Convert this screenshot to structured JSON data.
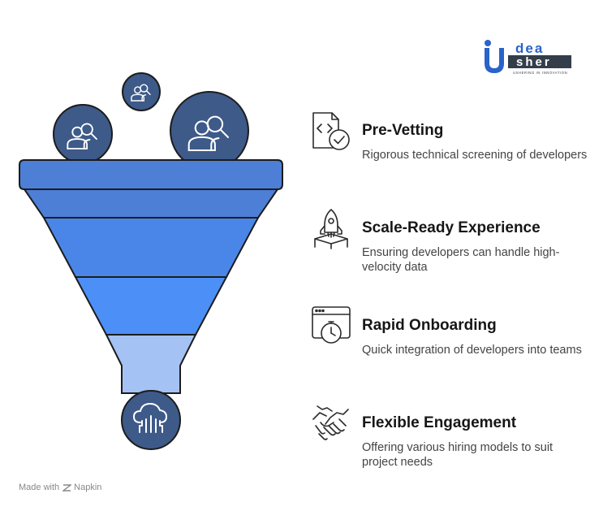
{
  "logo": {
    "top_word": "dea",
    "bottom_word": "sher",
    "tagline": "USHERING IN INNOVATION",
    "colors": {
      "primary": "#2a63c9",
      "dark": "#333e4a"
    }
  },
  "funnel": {
    "colors": [
      "#4d7fd6",
      "#4a86e8",
      "#4c8ff7",
      "#a5c2f5"
    ],
    "bubble_color": "#3d5a89",
    "icons": [
      "two-people-search-icon",
      "two-people-search-icon",
      "two-people-search-icon",
      "cloud-circuit-icon"
    ]
  },
  "steps": [
    {
      "title": "Pre-Vetting",
      "description": "Rigorous technical screening of developers",
      "icon": "code-check-icon"
    },
    {
      "title": "Scale-Ready Experience",
      "description": "Ensuring developers can handle high-velocity data",
      "icon": "rocket-icon"
    },
    {
      "title": "Rapid Onboarding",
      "description": "Quick integration of developers into teams",
      "icon": "stopwatch-browser-icon"
    },
    {
      "title": "Flexible Engagement",
      "description": "Offering various hiring models to suit project needs",
      "icon": "handshake-icon"
    }
  ],
  "footer": {
    "made_with": "Made with",
    "brand": "Napkin"
  }
}
